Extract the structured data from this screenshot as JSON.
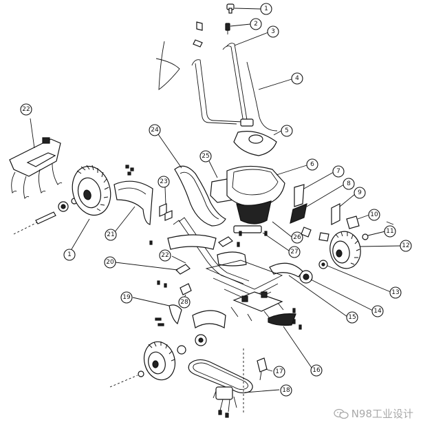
{
  "callouts": [
    "1",
    "2",
    "3",
    "4",
    "5",
    "6",
    "7",
    "8",
    "9",
    "10",
    "11",
    "12",
    "13",
    "14",
    "15",
    "16",
    "17",
    "18",
    "19",
    "20",
    "21",
    "22",
    "23",
    "24",
    "25",
    "26",
    "27",
    "28",
    "22",
    "1"
  ],
  "watermark": {
    "text": "N98工业设计",
    "icon": "wechat-icon"
  }
}
